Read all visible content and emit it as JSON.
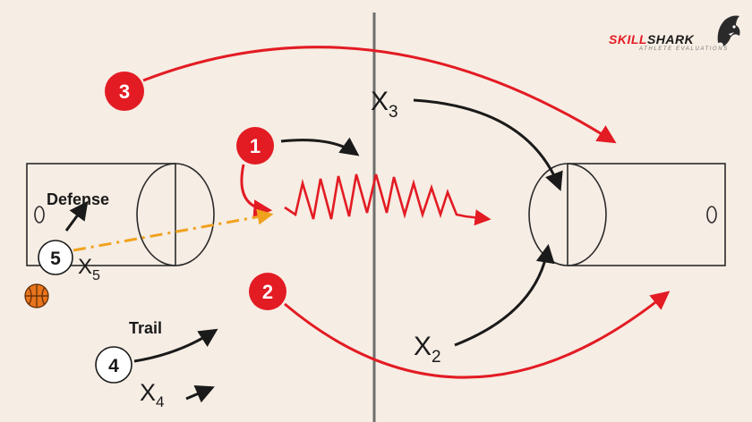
{
  "logo": {
    "part1": "SKILL",
    "part2": "SHARK",
    "tagline": "ATHLETE EVALUATIONS",
    "icon": "shark-icon"
  },
  "offense_markers": [
    {
      "id": "1",
      "color": "#e31b23"
    },
    {
      "id": "2",
      "color": "#e31b23"
    },
    {
      "id": "3",
      "color": "#e31b23"
    }
  ],
  "offense_players": [
    {
      "id": "5"
    },
    {
      "id": "4"
    }
  ],
  "defenders": [
    {
      "base": "X",
      "sub": "3"
    },
    {
      "base": "X",
      "sub": "2"
    },
    {
      "base": "X",
      "sub": "5"
    },
    {
      "base": "X",
      "sub": "4"
    }
  ],
  "labels": {
    "defense": "Defense",
    "trail": "Trail"
  },
  "colors": {
    "court": "#f6ede4",
    "offense": "#e31b23",
    "defense": "#1a1a1a",
    "pass": "#f0a21e",
    "ball": "#e8741c",
    "lines": "#2a2a2a"
  }
}
